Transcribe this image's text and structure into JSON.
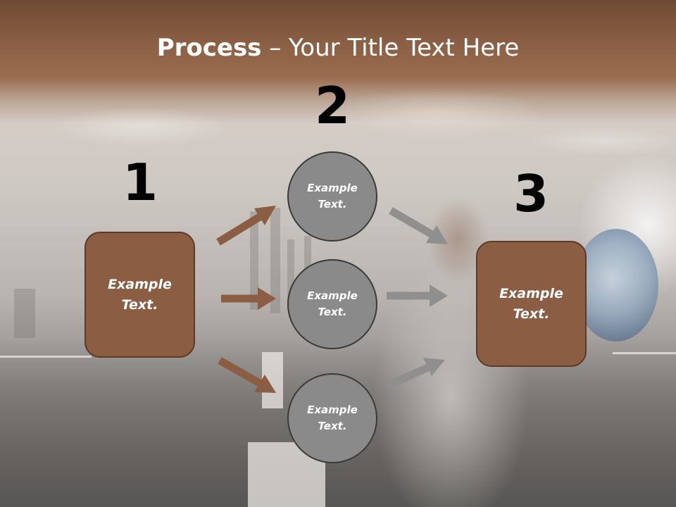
{
  "title": {
    "bold": "Process",
    "rest": " – Your Title Text Here"
  },
  "steps": [
    {
      "number": "1",
      "label": "Example Text."
    },
    {
      "number": "2",
      "label": "Example Text."
    },
    {
      "number": "3",
      "label": "Example Text."
    }
  ],
  "circles": [
    {
      "label": "Example Text."
    },
    {
      "label": "Example Text."
    },
    {
      "label": "Example Text."
    }
  ],
  "colors": {
    "box_fill": "#8b5d43",
    "circle_fill": "#8a8a8a",
    "brown_arrow": "#8b5d43",
    "gray_arrow": "#8f8f8f"
  }
}
